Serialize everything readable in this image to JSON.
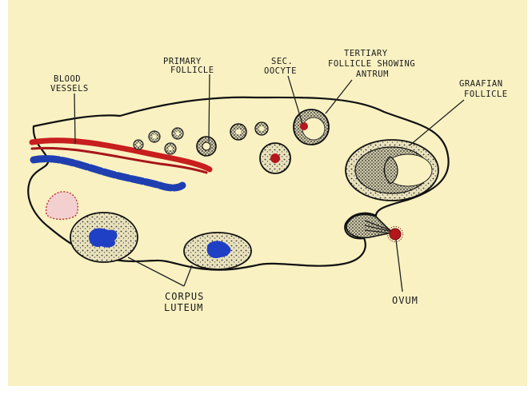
{
  "labels": {
    "blood_vessels_1": "BLOOD",
    "blood_vessels_2": "VESSELS",
    "primary_follicle_1": "PRIMARY",
    "primary_follicle_2": "FOLLICLE",
    "sec_oocyte_1": "SEC.",
    "sec_oocyte_2": "OOCYTE",
    "tertiary_1": "TERTIARY",
    "tertiary_2": "FOLLICLE SHOWING",
    "tertiary_3": "ANTRUM",
    "graafian_1": "GRAAFIAN",
    "graafian_2": "FOLLICLE",
    "corpus_luteum_1": "CORPUS",
    "corpus_luteum_2": "LUTEUM",
    "ovum": "OVUM"
  },
  "colors": {
    "paper": "#f9f1c2",
    "artery": "#c81e1e",
    "vein": "#1f3fb0",
    "luteum_core": "#1f3fc4",
    "oocyte": "#b3171c",
    "ink": "#111111"
  }
}
